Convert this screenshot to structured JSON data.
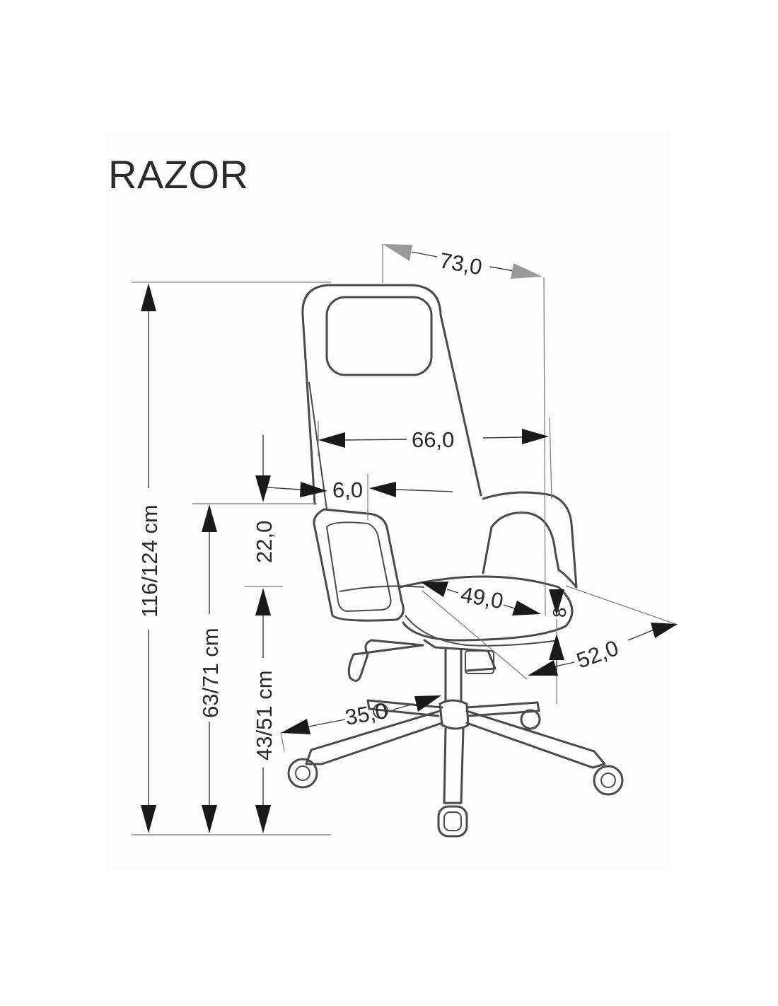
{
  "product": {
    "name": "RAZOR"
  },
  "dimensions": {
    "overall_width": "73,0",
    "seat_width": "66,0",
    "armrest_width": "6,0",
    "armrest_height": "22,0",
    "seat_depth": "49,0",
    "seat_thickness": "8",
    "total_depth": "52,0",
    "base_radius": "35,0",
    "total_height": "116/124 cm",
    "armrest_floor_height": "63/71 cm",
    "seat_height": "43/51 cm"
  }
}
